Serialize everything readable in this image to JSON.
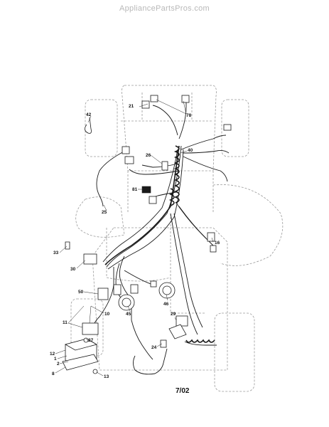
{
  "watermark": "AppliancePartsPros.com",
  "date_code": "7/02",
  "callouts": {
    "c1": "1",
    "c2": "2",
    "c8": "8",
    "c10": "10",
    "c11": "11",
    "c12": "12",
    "c13": "13",
    "c16": "16",
    "c21": "21",
    "c24": "24",
    "c25": "25",
    "c26": "26",
    "c27": "27",
    "c29": "29",
    "c30": "30",
    "c33": "33",
    "c40": "40",
    "c42": "42",
    "c45": "45",
    "c46": "46",
    "c50": "50",
    "c78": "78",
    "c81": "81"
  }
}
